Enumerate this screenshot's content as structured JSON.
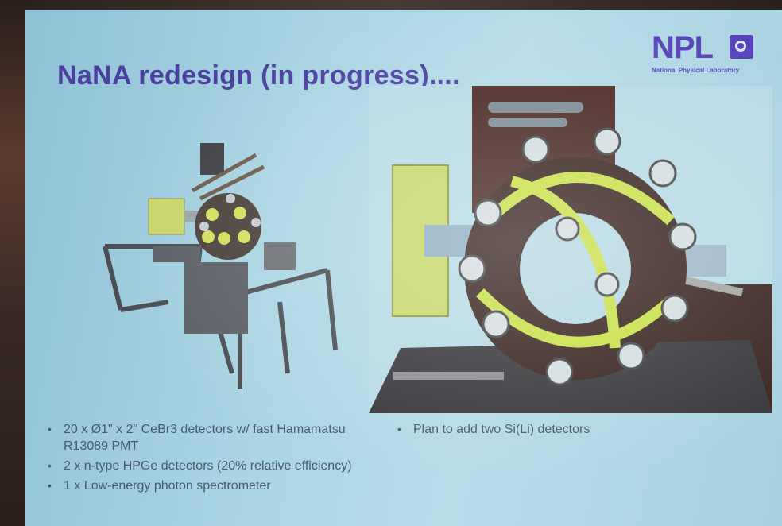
{
  "slide": {
    "title": "NaNA redesign (in progress)....",
    "logo": {
      "text": "NPL",
      "subtitle": "National Physical Laboratory"
    },
    "left_bullets": [
      "20 x Ø1\" x 2\" CeBr3 detectors w/ fast Hamamatsu R13089 PMT",
      "2 x n-type HPGe detectors (20% relative efficiency)",
      "1 x Low-energy photon spectrometer"
    ],
    "right_bullets": [
      "Plan to add two Si(Li) detectors"
    ],
    "bullet_symbol": "•",
    "colors": {
      "title": "#4b3fa0",
      "logo": "#5744b8",
      "slide_bg": "#a9d5e3",
      "bullet_text": "#4a5a6e"
    }
  }
}
